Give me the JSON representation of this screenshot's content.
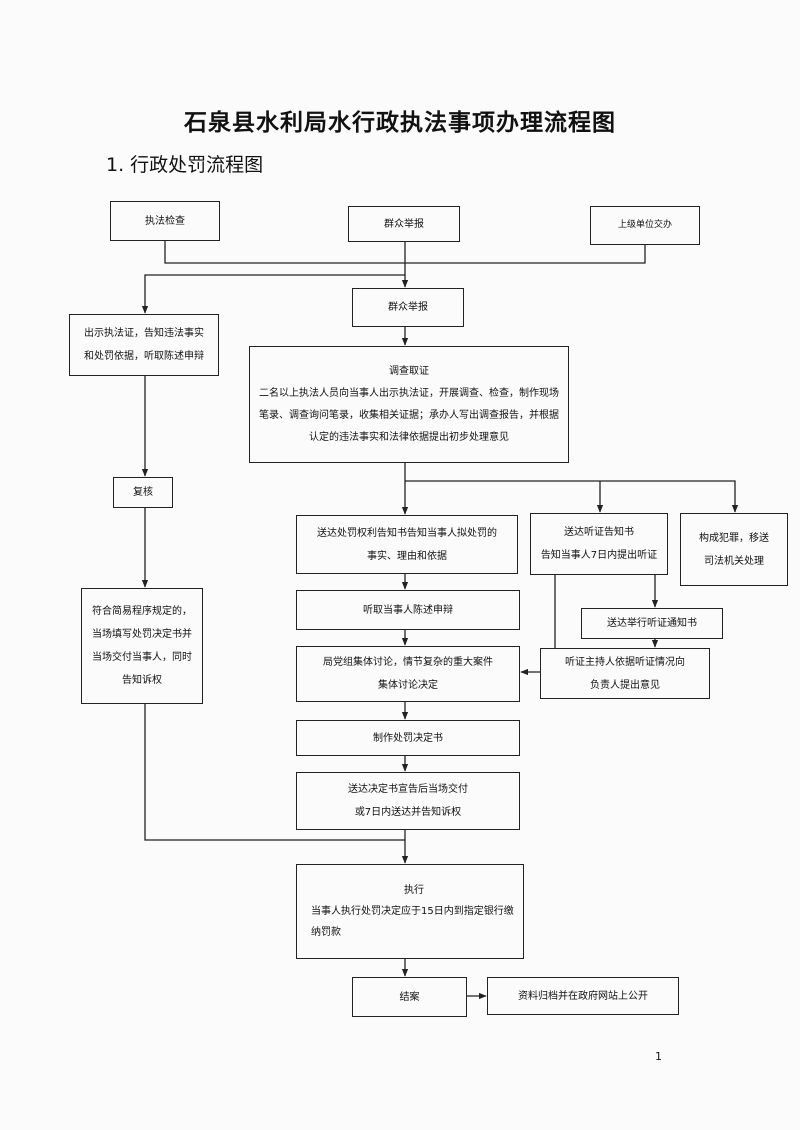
{
  "title": "石泉县水利局水行政执法事项办理流程图",
  "section": "1. 行政处罚流程图",
  "page_number": "1",
  "nodes": {
    "zhifa_jiancha": [
      "执法检查"
    ],
    "qunzhong_jubao_top": [
      "群众举报"
    ],
    "shangji_jiaoban": [
      "上级单位交办"
    ],
    "qunzhong_jubao": [
      "群众举报"
    ],
    "chushi_zhifazheng": [
      "出示执法证，告知违法事实",
      "和处罚依据，听取陈述申辩"
    ],
    "diaocha_quzheng": [
      "调查取证",
      "二名以上执法人员向当事人出示执法证，开展调查、检查，制作现场",
      "笔录、调查询问笔录，收集相关证据；承办人写出调查报告，并根据",
      "认定的违法事实和法律依据提出初步处理意见"
    ],
    "fuhe": [
      "复核"
    ],
    "songda_chufa_gaozhi": [
      "送达处罚权利告知书告知当事人拟处罚的",
      "事实、理由和依据"
    ],
    "songda_tingzheng_gaozhi": [
      "送达听证告知书",
      "告知当事人7日内提出听证"
    ],
    "goucheng_fanzui": [
      "构成犯罪，移送",
      "司法机关处理"
    ],
    "tingqu_chenshu": [
      "听取当事人陈述申辩"
    ],
    "songda_juxing_tingzheng": [
      "送达举行听证通知书"
    ],
    "jianyi_chengxu": [
      "符合简易程序规定的，",
      "当场填写处罚决定书并",
      "当场交付当事人，同时",
      "告知诉权"
    ],
    "judangzu_taolun": [
      "局党组集体讨论，情节复杂的重大案件",
      "集体讨论决定"
    ],
    "tingzheng_zhuchiren": [
      "听证主持人依据听证情况向",
      "负责人提出意见"
    ],
    "zhizuo_jueding": [
      "制作处罚决定书"
    ],
    "songda_juedingshu": [
      "送达决定书宣告后当场交付",
      "或7日内送达并告知诉权"
    ],
    "zhixing": [
      "执行",
      "当事人执行处罚决定应于15日内到指定银行缴",
      "纳罚款"
    ],
    "jiean": [
      "结案"
    ],
    "ziliao_guidang": [
      "资料归档并在政府网站上公开"
    ]
  }
}
